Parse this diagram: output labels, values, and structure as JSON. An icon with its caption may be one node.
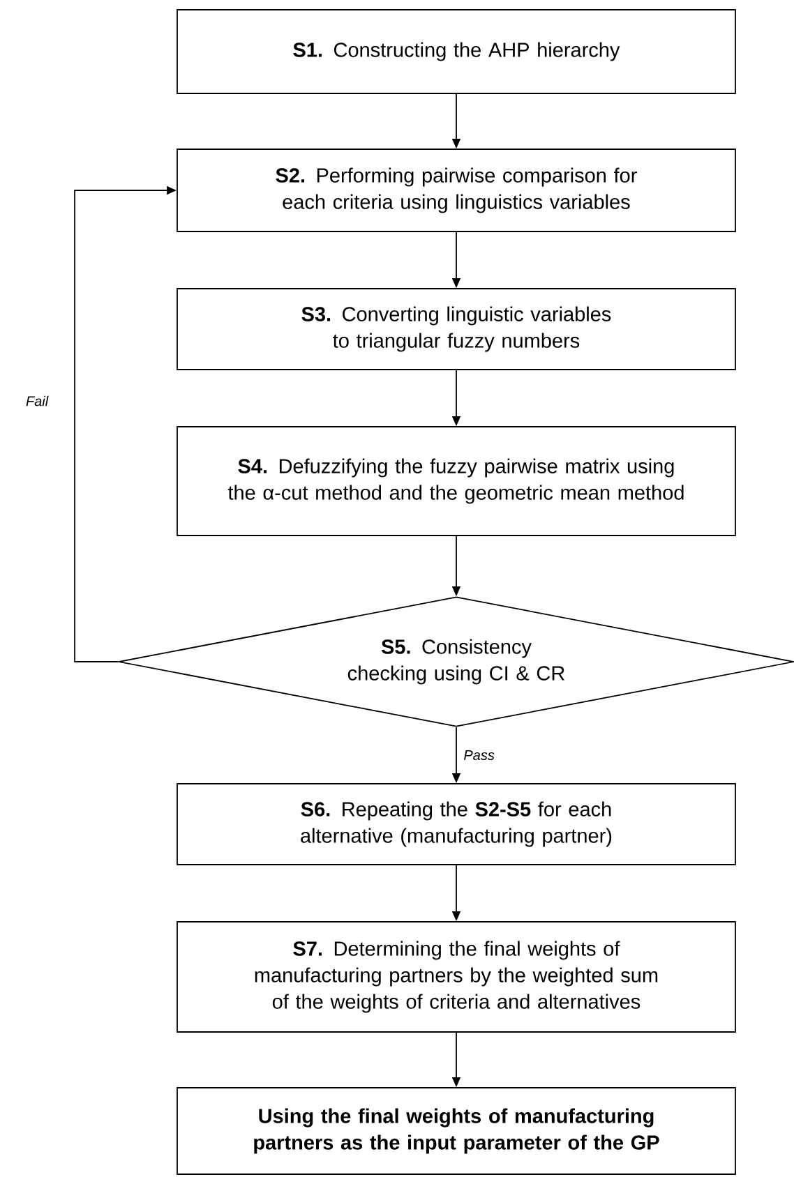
{
  "diagram": {
    "nodes": [
      {
        "text": [
          "**S1.** Constructing the AHP hierarchy"
        ]
      },
      {
        "text": [
          "**S2.** Performing pairwise comparison for each criteria using linguistics variables"
        ]
      },
      {
        "text": [
          "**S3.** Converting linguistic variables to triangular fuzzy numbers"
        ]
      },
      {
        "text": [
          "**S4.** Defuzzifying the fuzzy pairwise matrix using the α-cut method and the geometric mean method"
        ]
      },
      {
        "text": [
          "**S5.** Consistency checking using CI & CR"
        ]
      },
      {
        "text": [
          "**S6.** Repeating the **S2-S5** for each alternative (manufacturing partner)"
        ]
      },
      {
        "text": [
          "**S7.** Determining the final weights of manufacturing partners by the weighted sum of the weights of criteria and alternatives"
        ]
      },
      {
        "text": [
          "Using the final weights of manufacturing partners as the input parameter of the GP"
        ]
      }
    ],
    "edges": [
      {
        "from": 0,
        "to": 1,
        "arrow": "to"
      },
      {
        "from": 1,
        "to": 2,
        "arrow": "to"
      },
      {
        "from": 2,
        "to": 3,
        "arrow": "to"
      },
      {
        "from": 3,
        "to": 4,
        "arrow": "to"
      },
      {
        "from": 4,
        "to": 1,
        "arrow": "to",
        "label": "Fail"
      },
      {
        "from": 4,
        "to": 5,
        "arrow": "to",
        "label": "Pass"
      },
      {
        "from": 5,
        "to": 6,
        "arrow": "to"
      },
      {
        "from": 6,
        "to": 7,
        "arrow": "to"
      }
    ]
  }
}
